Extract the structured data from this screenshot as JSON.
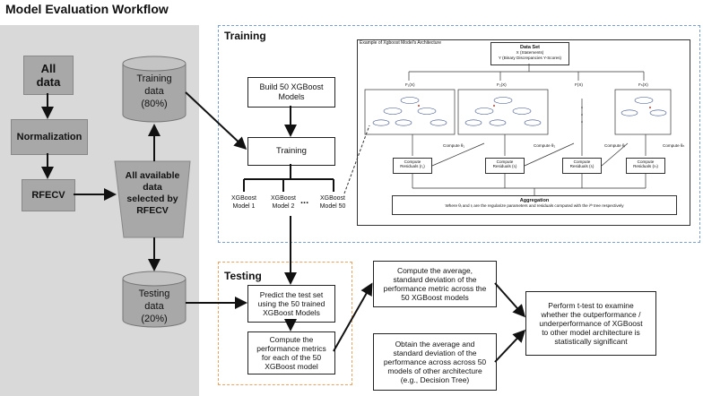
{
  "title": "Model Evaluation Workflow",
  "left": {
    "all_data": "All\ndata",
    "normalization": "Normalization",
    "rfecv": "RFECV",
    "available": "All available\ndata\nselected by\nRFECV",
    "training_data": "Training\ndata\n(80%)",
    "testing_data": "Testing\ndata\n(20%)"
  },
  "training": {
    "title": "Training",
    "build": "Build 50 XGBoost\nModels",
    "training_box": "Training",
    "models": [
      "XGBoost\nModel 1",
      "XGBoost\nModel 2",
      "XGBoost\nModel 50"
    ],
    "ellipsis": "...",
    "inset": {
      "caption": "Example of Xgboost Model's Architecture",
      "dataset_title": "Data Set",
      "dataset_sub1": "X (Statements)",
      "dataset_sub2": "Y (Binary Discrepancies Y-Scores)",
      "trees": [
        "F₁(X)",
        "F₂(X)",
        "F(X)",
        "Fₙ(X)"
      ],
      "compute_theta": [
        "Compute θ₁",
        "Compute θ₂",
        "Compute θᵢ",
        "Compute θₙ"
      ],
      "residuals": [
        "Compute\nResiduals (r₁)",
        "Compute\nResiduals (rᵢ)",
        "Compute\nResiduals (rᵢ)",
        "Compute\nResiduals (rₙ)"
      ],
      "aggregation_title": "Aggregation",
      "aggregation_text": "Where θᵢ and rᵢ are the regularize parameters and residuals computed with the iᵗʰ tree respectively"
    }
  },
  "testing": {
    "title": "Testing",
    "predict": "Predict the test set\nusing the 50 trained\nXGBoost Models",
    "compute_metrics": "Compute the\nperformance metrics\nfor each of the 50\nXGBoost model"
  },
  "results": {
    "average": "Compute the average,\nstandard deviation of the\nperformance metric across the\n50 XGBoost models",
    "other": "Obtain the average and\nstandard deviation of the\nperformance across across 50\nmodels of other architecture\n(e.g., Decision Tree)",
    "ttest": "Perform t-test to examine\nwhether the outperformance /\nunderperformance of XGBoost\nto other model architecture is\nstatistically significant"
  }
}
